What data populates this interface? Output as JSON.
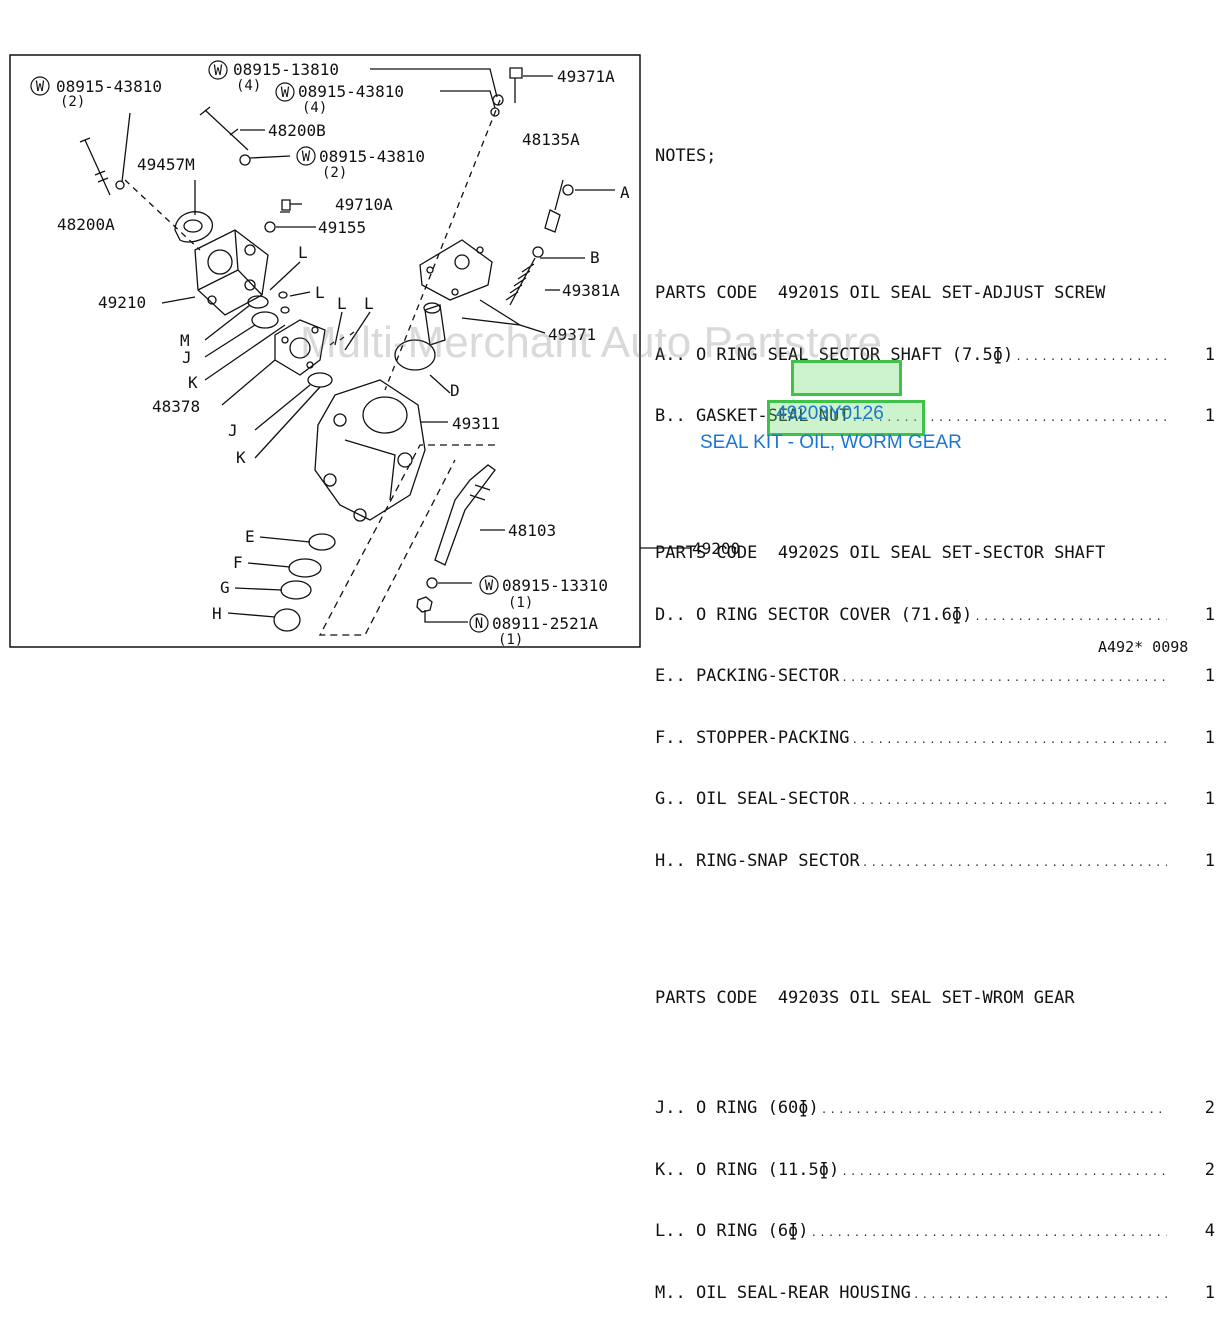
{
  "diagram": {
    "labels": {
      "p08915_43810_a": "08915-43810",
      "p08915_43810_a_qty": "(2)",
      "p08915_13810": "08915-13810",
      "p08915_13810_qty": "(4)",
      "p08915_43810_b": "08915-43810",
      "p08915_43810_b_qty": "(4)",
      "p49371A": "49371A",
      "p48200B": "48200B",
      "p49457M": "49457M",
      "p08915_43810_c": "08915-43810",
      "p08915_43810_c_qty": "(2)",
      "p48135A": "48135A",
      "pA": "A",
      "p48200A": "48200A",
      "p49710A": "49710A",
      "p49155": "49155",
      "pB": "B",
      "pL1": "L",
      "pL2": "L",
      "pL3": "L",
      "pL4": "L",
      "p49210": "49210",
      "p49381A": "49381A",
      "pM": "M",
      "p49371": "49371",
      "pJ1": "J",
      "pK1": "K",
      "pD": "D",
      "p48378": "48378",
      "p49311": "49311",
      "pJ2": "J",
      "pK2": "K",
      "p48103": "48103",
      "pE": "E",
      "p49200": "49200",
      "pF": "F",
      "pG": "G",
      "p08915_13310": "08915-13310",
      "p08915_13310_qty": "(1)",
      "pH": "H",
      "p08911_2521A": "08911-2521A",
      "p08911_2521A_qty": "(1)"
    },
    "symbols": {
      "washer": "W",
      "nut": "N"
    }
  },
  "notes": {
    "title": "NOTES;",
    "groups": [
      {
        "header": "PARTS CODE  49201S OIL SEAL SET-ADJUST SCREW",
        "items": [
          {
            "text": "A.. O RING SEAL SECTOR SHAFT (7.5ɸ)",
            "qty": "1"
          },
          {
            "text": "B.. GASKET-SEAL NUT",
            "qty": "1"
          }
        ]
      },
      {
        "header": "PARTS CODE  49202S OIL SEAL SET-SECTOR SHAFT",
        "items": [
          {
            "text": "D.. O RING SECTOR COVER (71.6ɸ)",
            "qty": "1"
          },
          {
            "text": "E.. PACKING-SECTOR",
            "qty": "1"
          },
          {
            "text": "F.. STOPPER-PACKING",
            "qty": "1"
          },
          {
            "text": "G.. OIL SEAL-SECTOR",
            "qty": "1"
          },
          {
            "text": "H.. RING-SNAP SECTOR",
            "qty": "1"
          }
        ]
      },
      {
        "header": "PARTS CODE  49203S OIL SEAL SET-WROM GEAR",
        "items": [
          {
            "text": "J.. O RING (60ɸ)",
            "qty": "2"
          },
          {
            "text": "K.. O RING (11.5ɸ)",
            "qty": "2"
          },
          {
            "text": "L.. O RING (6ɸ)",
            "qty": "4"
          },
          {
            "text": "M.. OIL SEAL-REAR HOUSING",
            "qty": "1"
          }
        ]
      }
    ]
  },
  "overlay": {
    "part_number": "49203Y0126",
    "description": "SEAL KIT - OIL, WORM GEAR",
    "watermark": "Multi-Merchant Auto Partstore"
  },
  "footer": "A492* 0098",
  "colors": {
    "highlight": "#3ec24a",
    "overlay_text": "#1976d2"
  }
}
